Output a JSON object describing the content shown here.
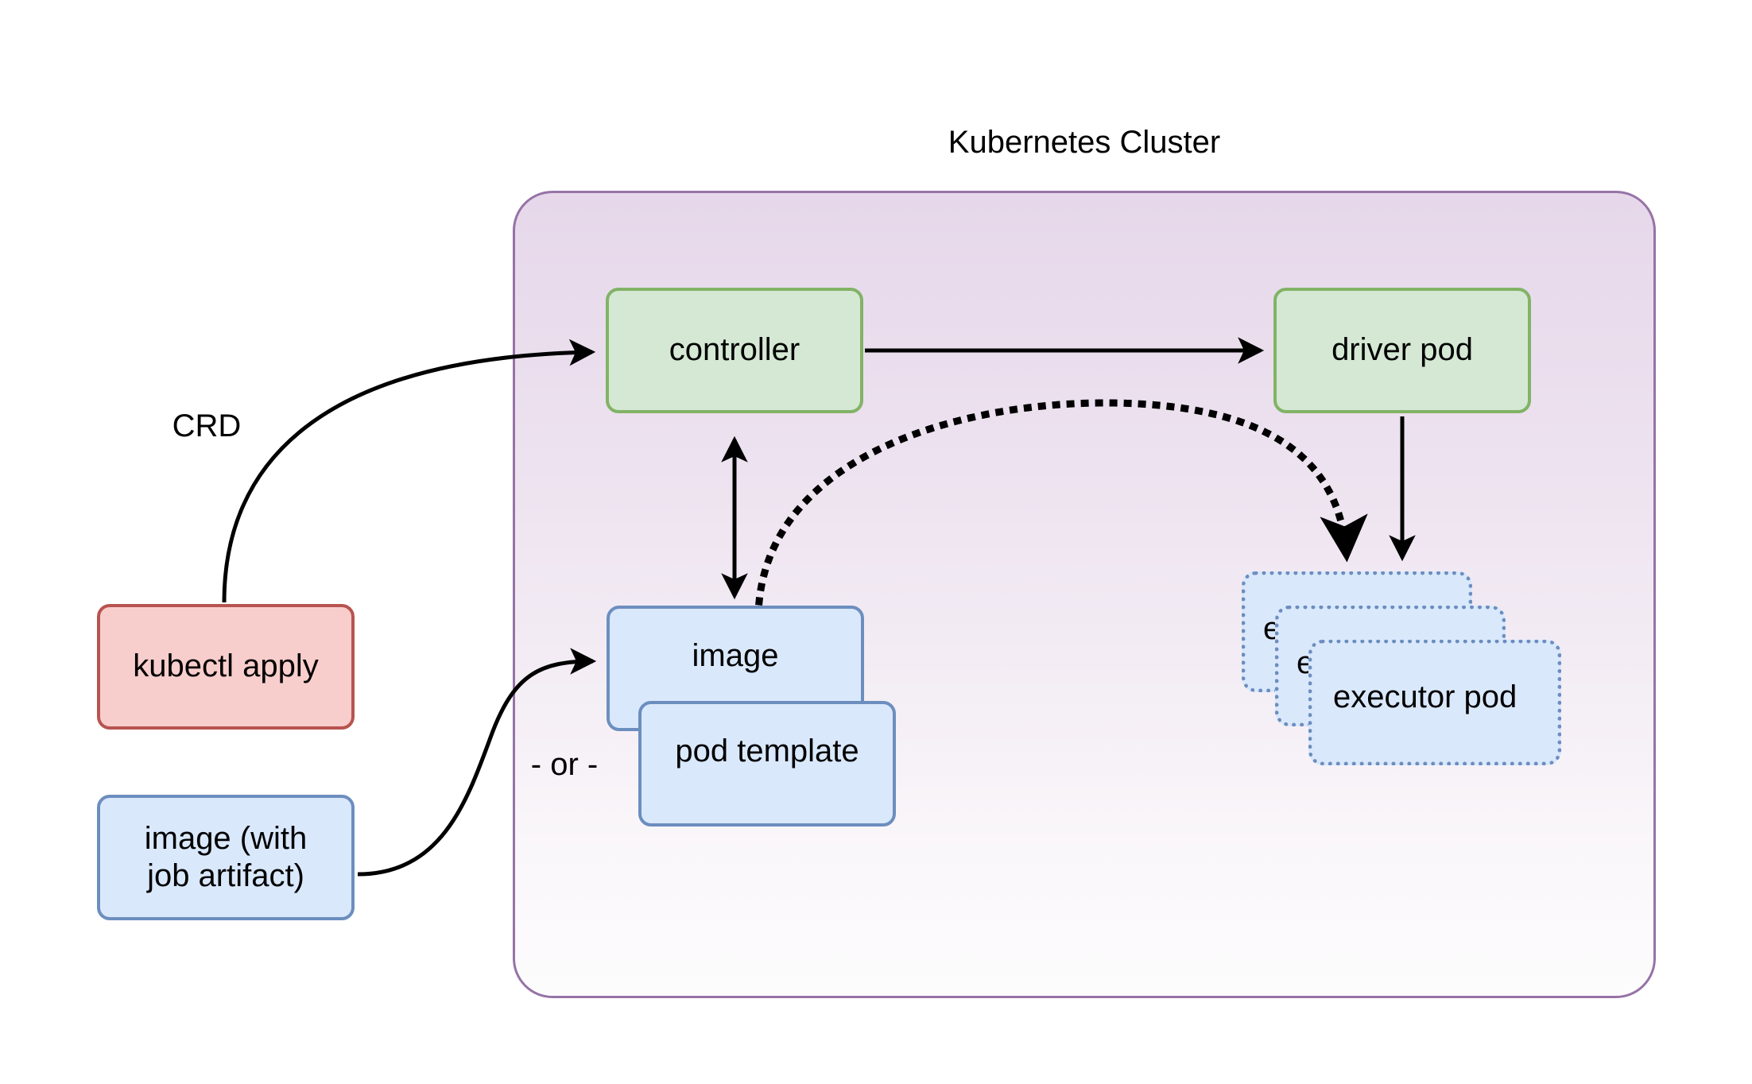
{
  "diagram": {
    "title": "Kubernetes Cluster",
    "cluster_label": "Kubernetes Cluster"
  },
  "nodes": {
    "controller": {
      "label": "controller",
      "fill": "#d5e8d4",
      "stroke": "#82b366"
    },
    "driver_pod": {
      "label": "driver pod",
      "fill": "#d5e8d4",
      "stroke": "#82b366"
    },
    "kubectl_apply": {
      "label": "kubectl apply",
      "fill": "#f8cecc",
      "stroke": "#b85450"
    },
    "image_artifact": {
      "label": "image (with\njob artifact)",
      "fill": "#dae8fc",
      "stroke": "#6c8ebf"
    },
    "image": {
      "label": "image",
      "fill": "#dae8fc",
      "stroke": "#6c8ebf"
    },
    "pod_template": {
      "label": "pod template",
      "fill": "#dae8fc",
      "stroke": "#6c8ebf"
    },
    "executor_pod_1": {
      "label": "executor pod",
      "fill": "#dae8fc",
      "stroke": "#6c8ebf"
    },
    "executor_pod_2": {
      "label": "executor pod",
      "fill": "#dae8fc",
      "stroke": "#6c8ebf"
    },
    "executor_pod_3": {
      "label": "executor pod",
      "fill": "#dae8fc",
      "stroke": "#6c8ebf"
    }
  },
  "labels": {
    "crd": "CRD",
    "or": "- or -"
  },
  "colors": {
    "cluster_border": "#9673a6",
    "cluster_fill_top": "#e6d8ea",
    "cluster_fill_bottom": "#fdfcfd",
    "edge": "#000000",
    "background": "#ffffff"
  },
  "edges": [
    {
      "from": "kubectl_apply",
      "to": "controller",
      "label": "CRD",
      "style": "solid-curve",
      "arrow": "single"
    },
    {
      "from": "controller",
      "to": "driver_pod",
      "style": "solid-straight",
      "arrow": "single"
    },
    {
      "from": "controller",
      "to": "image",
      "style": "solid-straight",
      "arrow": "double"
    },
    {
      "from": "image",
      "to": "executor_pod_1",
      "style": "dotted-curve",
      "arrow": "single"
    },
    {
      "from": "driver_pod",
      "to": "executor_pod_1",
      "style": "solid-straight",
      "arrow": "single"
    },
    {
      "from": "image_artifact",
      "to": "image",
      "style": "solid-curve",
      "arrow": "single"
    }
  ]
}
